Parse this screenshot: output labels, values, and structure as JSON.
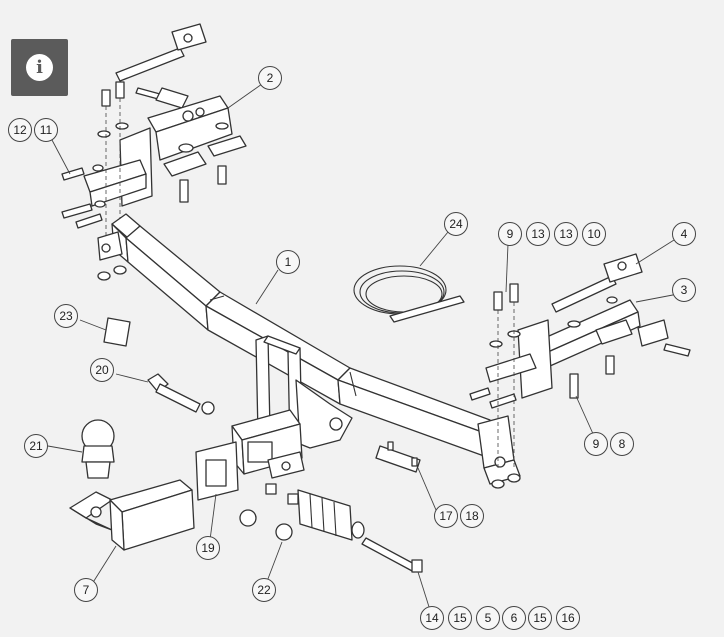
{
  "info_button": {
    "icon": "info-icon",
    "glyph": "i"
  },
  "callouts": [
    {
      "name": "callout-2",
      "label": "2"
    },
    {
      "name": "callout-12",
      "label": "12"
    },
    {
      "name": "callout-11",
      "label": "11"
    },
    {
      "name": "callout-24",
      "label": "24"
    },
    {
      "name": "callout-9-top",
      "label": "9"
    },
    {
      "name": "callout-13-a",
      "label": "13"
    },
    {
      "name": "callout-13-b",
      "label": "13"
    },
    {
      "name": "callout-10",
      "label": "10"
    },
    {
      "name": "callout-4",
      "label": "4"
    },
    {
      "name": "callout-1",
      "label": "1"
    },
    {
      "name": "callout-3",
      "label": "3"
    },
    {
      "name": "callout-23",
      "label": "23"
    },
    {
      "name": "callout-20",
      "label": "20"
    },
    {
      "name": "callout-9-right",
      "label": "9"
    },
    {
      "name": "callout-8",
      "label": "8"
    },
    {
      "name": "callout-21",
      "label": "21"
    },
    {
      "name": "callout-17",
      "label": "17"
    },
    {
      "name": "callout-18",
      "label": "18"
    },
    {
      "name": "callout-19",
      "label": "19"
    },
    {
      "name": "callout-7",
      "label": "7"
    },
    {
      "name": "callout-22",
      "label": "22"
    },
    {
      "name": "callout-14",
      "label": "14"
    },
    {
      "name": "callout-15-a",
      "label": "15"
    },
    {
      "name": "callout-5",
      "label": "5"
    },
    {
      "name": "callout-6",
      "label": "6"
    },
    {
      "name": "callout-15-b",
      "label": "15"
    },
    {
      "name": "callout-16",
      "label": "16"
    }
  ]
}
